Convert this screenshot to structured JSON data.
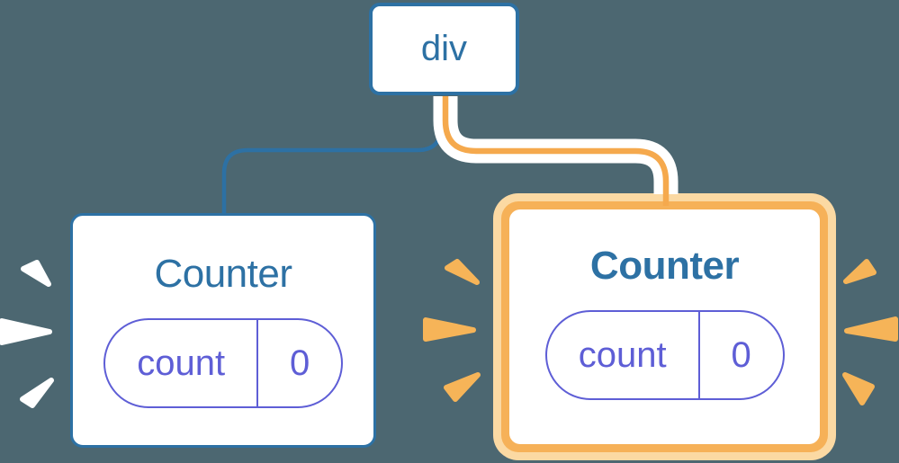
{
  "colors": {
    "background": "#4c6771",
    "blue": "#2d71a4",
    "purple": "#5e5ed6",
    "orange_line": "#f5a94d",
    "orange_ring": "#f6b158",
    "peach": "#fbd9a3",
    "wedge_white": "#ffffff",
    "wedge_orange": "#f6b458",
    "card_bg": "#ffffff"
  },
  "tree": {
    "root": {
      "label": "div"
    },
    "children": [
      {
        "label": "Counter",
        "highlighted": false,
        "state": {
          "key": "count",
          "value": "0"
        }
      },
      {
        "label": "Counter",
        "highlighted": true,
        "state": {
          "key": "count",
          "value": "0"
        }
      }
    ]
  }
}
